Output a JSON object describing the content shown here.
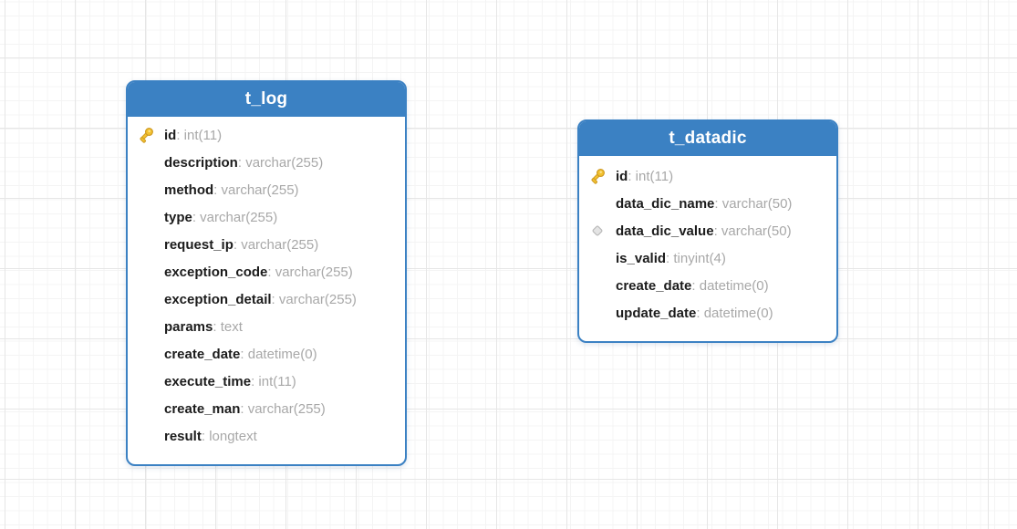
{
  "diagram": {
    "separator": ": ",
    "colors": {
      "table_accent": "#3b81c3",
      "table_body_bg": "#ffffff",
      "table_title_text": "#ffffff",
      "field_name_text": "#1c1c1c",
      "field_type_text": "#a8a8a8",
      "grid_minor": "#f4f4f4",
      "grid_major": "#e6e6e6",
      "primary_key_icon_gold": "#f2c12e",
      "index_icon_gray": "#e4e4e4"
    },
    "tables": [
      {
        "name": "t_log",
        "fields": [
          {
            "name": "id",
            "type": "int(11)",
            "icon": "primary-key"
          },
          {
            "name": "description",
            "type": "varchar(255)",
            "icon": ""
          },
          {
            "name": "method",
            "type": "varchar(255)",
            "icon": ""
          },
          {
            "name": "type",
            "type": "varchar(255)",
            "icon": ""
          },
          {
            "name": "request_ip",
            "type": "varchar(255)",
            "icon": ""
          },
          {
            "name": "exception_code",
            "type": "varchar(255)",
            "icon": ""
          },
          {
            "name": "exception_detail",
            "type": "varchar(255)",
            "icon": ""
          },
          {
            "name": "params",
            "type": "text",
            "icon": ""
          },
          {
            "name": "create_date",
            "type": "datetime(0)",
            "icon": ""
          },
          {
            "name": "execute_time",
            "type": "int(11)",
            "icon": ""
          },
          {
            "name": "create_man",
            "type": "varchar(255)",
            "icon": ""
          },
          {
            "name": "result",
            "type": "longtext",
            "icon": ""
          }
        ]
      },
      {
        "name": "t_datadic",
        "fields": [
          {
            "name": "id",
            "type": "int(11)",
            "icon": "primary-key"
          },
          {
            "name": "data_dic_name",
            "type": "varchar(50)",
            "icon": ""
          },
          {
            "name": "data_dic_value",
            "type": "varchar(50)",
            "icon": "unique-index"
          },
          {
            "name": "is_valid",
            "type": "tinyint(4)",
            "icon": ""
          },
          {
            "name": "create_date",
            "type": "datetime(0)",
            "icon": ""
          },
          {
            "name": "update_date",
            "type": "datetime(0)",
            "icon": ""
          }
        ]
      }
    ]
  }
}
